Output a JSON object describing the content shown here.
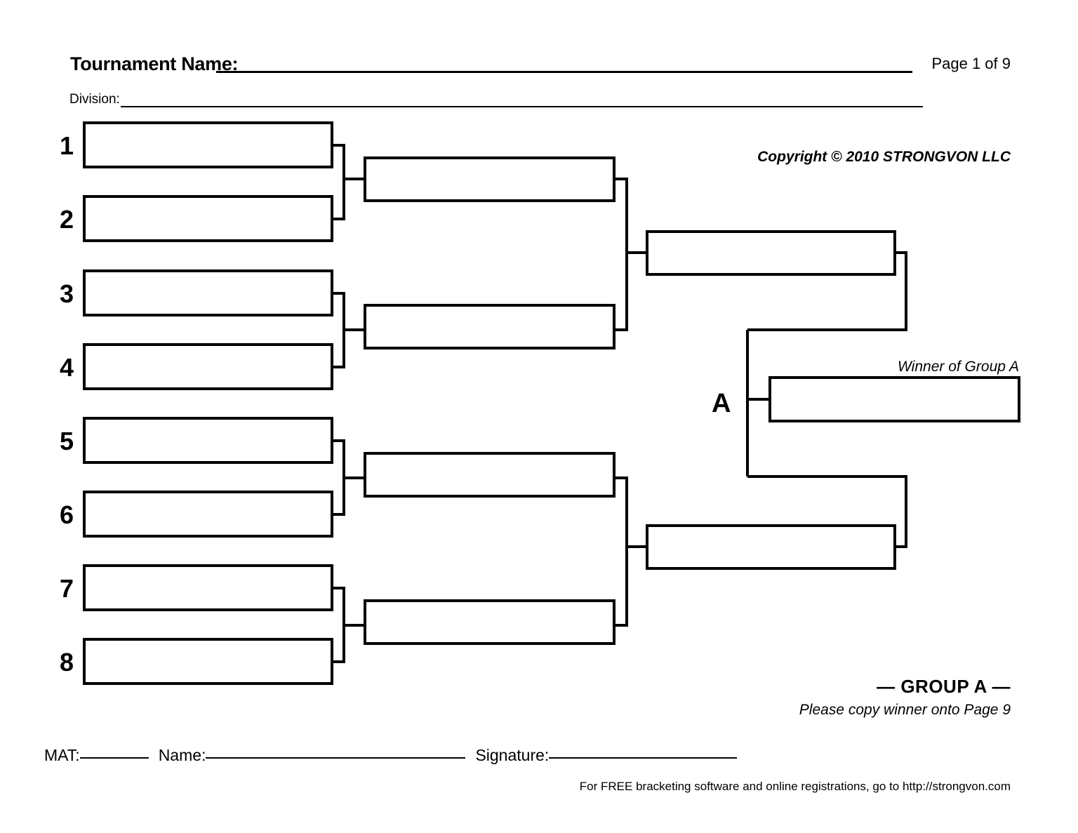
{
  "header": {
    "tournament_label": "Tournament Name:",
    "page_number": "Page 1 of 9",
    "division_label": "Division:",
    "copyright": "Copyright © 2010 STRONGVON LLC"
  },
  "bracket": {
    "type": "single-elimination",
    "size": 8,
    "rounds": 3,
    "seeds": [
      "1",
      "2",
      "3",
      "4",
      "5",
      "6",
      "7",
      "8"
    ],
    "round1_slots": [
      "",
      "",
      "",
      "",
      "",
      "",
      "",
      ""
    ],
    "round2_slots": [
      "",
      "",
      "",
      ""
    ],
    "round3_slots": [
      "",
      ""
    ],
    "group_letter": "A",
    "winner_caption": "Winner of Group A",
    "winner_slot": ""
  },
  "group_footer": {
    "title": "— GROUP A —",
    "subtitle": "Please copy winner onto Page 9"
  },
  "form": {
    "mat_label": "MAT:",
    "name_label": "Name:",
    "signature_label": "Signature:"
  },
  "footer": {
    "note": "For FREE bracketing software and online registrations, go to http://strongvon.com"
  },
  "colors": {
    "ink": "#000000",
    "paper": "#ffffff"
  }
}
